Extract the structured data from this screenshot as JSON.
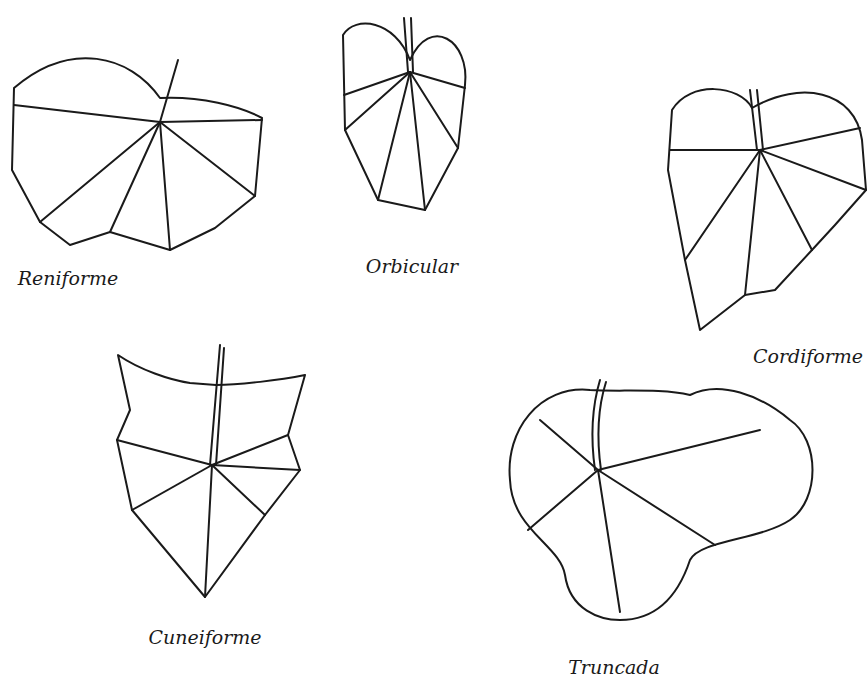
{
  "diagram": {
    "labels": [
      "Reniforme",
      "Orbicular",
      "Cordiforme",
      "Cuneiforme",
      "Truncada"
    ]
  }
}
